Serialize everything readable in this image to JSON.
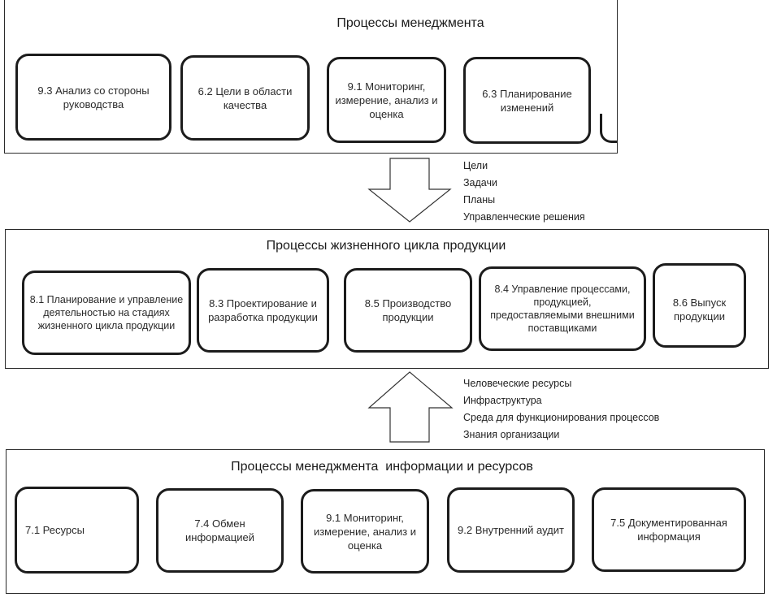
{
  "management": {
    "title": "Процессы менеджмента",
    "boxes": [
      "9.3 Анализ со стороны руководства",
      "6.2 Цели в области качества",
      "9.1 Мониторинг, измерение, анализ и оценка",
      "6.3 Планирование изменений"
    ]
  },
  "flow_down": {
    "labels": [
      "Цели",
      "Задачи",
      "Планы",
      "Управленческие решения"
    ]
  },
  "lifecycle": {
    "title": "Процессы жизненного цикла продукции",
    "boxes": [
      "8.1 Планирование и управление деятельностью на стадиях жизненного цикла продукции",
      "8.3 Проектирование и разработка продукции",
      "8.5 Производство продукции",
      "8.4 Управление процессами, продукцией, предоставляемыми внешними поставщиками",
      "8.6 Выпуск продукции"
    ]
  },
  "flow_up": {
    "labels": [
      "Человеческие ресурсы",
      "Инфраструктура",
      "Среда для функционирования процессов",
      "Знания организации"
    ]
  },
  "resources": {
    "title": "Процессы менеджмента  информации и ресурсов",
    "boxes": [
      "7.1 Ресурсы",
      "7.4 Обмен информацией",
      "9.1 Мониторинг, измерение, анализ и оценка",
      "9.2 Внутренний аудит",
      "7.5 Документированная информация"
    ]
  }
}
